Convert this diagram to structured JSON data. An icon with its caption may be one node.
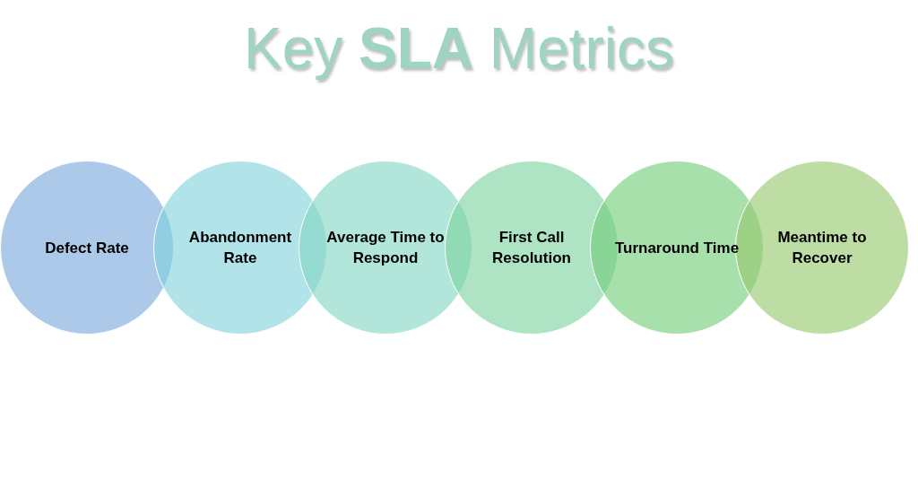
{
  "diagram": {
    "title": "Key **SLA** Metrics",
    "nodes": [
      {
        "text": [
          "Defect Rate"
        ]
      },
      {
        "text": [
          "Abandonment Rate"
        ]
      },
      {
        "text": [
          "Average Time to Respond"
        ]
      },
      {
        "text": [
          "First Call Resolution"
        ]
      },
      {
        "text": [
          "Turnaround Time"
        ]
      },
      {
        "text": [
          "Meantime to Recover"
        ]
      }
    ]
  }
}
